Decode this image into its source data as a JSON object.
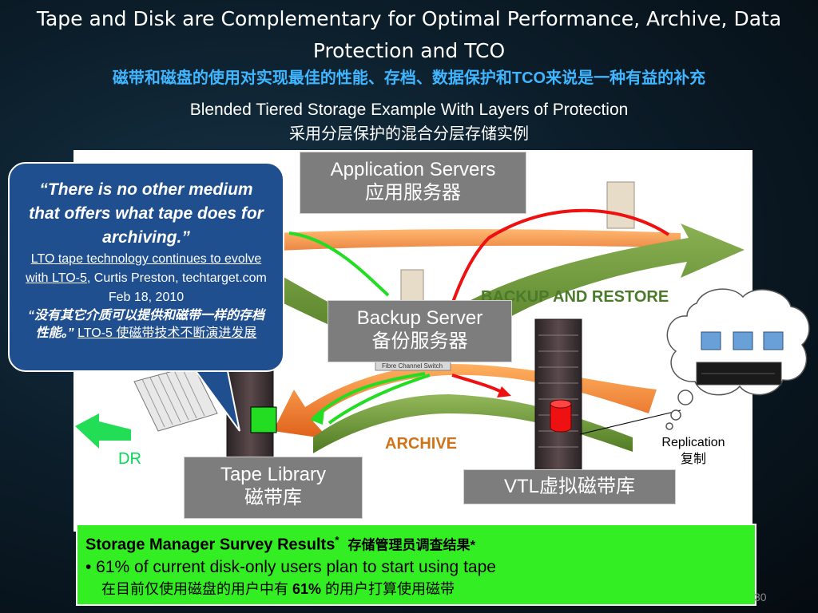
{
  "title": {
    "en": "Tape and Disk are Complementary for Optimal Performance, Archive, Data Protection and TCO",
    "zh": "磁带和磁盘的使用对实现最佳的性能、存档、数据保护和TCO来说是一种有益的补充"
  },
  "subtitle": {
    "en": "Blended Tiered Storage Example With Layers of Protection",
    "zh": "采用分层保护的混合分层存储实例"
  },
  "labels": {
    "app_servers_en": "Application Servers",
    "app_servers_zh": "应用服务器",
    "backup_server_en": "Backup Server",
    "backup_server_zh": "备份服务器",
    "tape_library_en": "Tape Library",
    "tape_library_zh": "磁带库",
    "vtl": "VTL虚拟磁带库",
    "dr": "DR",
    "replication_en": "Replication",
    "replication_zh": "复制",
    "backup_restore": "BACKUP AND RESTORE",
    "archive": "ARCHIVE",
    "fibre_channel_switch": "Fibre Channel Switch"
  },
  "quote": {
    "text": "“There is no other medium that offers what tape does for archiving.”",
    "source_link": "LTO tape technology continues to evolve with LTO-5",
    "source_rest": ", Curtis Preston, techtarget.com Feb 18, 2010",
    "zh_text": "“没有其它介质可以提供和磁带一样的存档性能。”",
    "zh_link": "LTO-5 使磁带技术不断演进发展"
  },
  "survey": {
    "title": "Storage Manager Survey Results",
    "title_mark": "*",
    "title_zh": "存储管理员调查结果*",
    "line_en": "• 61% of current disk-only users plan to start using tape",
    "line_zh_pre": "在目前仅使用磁盘的用户中有 ",
    "line_zh_bold": "61%",
    "line_zh_post": " 的用户打算使用磁带"
  },
  "slide_number": "30",
  "colors": {
    "title_zh": "#3fb6ff",
    "label_box": "#7d7d7d",
    "quote_bubble": "#1f4f8e",
    "survey_box": "#33ee22",
    "arrow_green_band": "#6f9a2e",
    "arrow_orange_band": "#f07a1a",
    "green_line": "#22dd22",
    "red_line": "#ee1111"
  }
}
